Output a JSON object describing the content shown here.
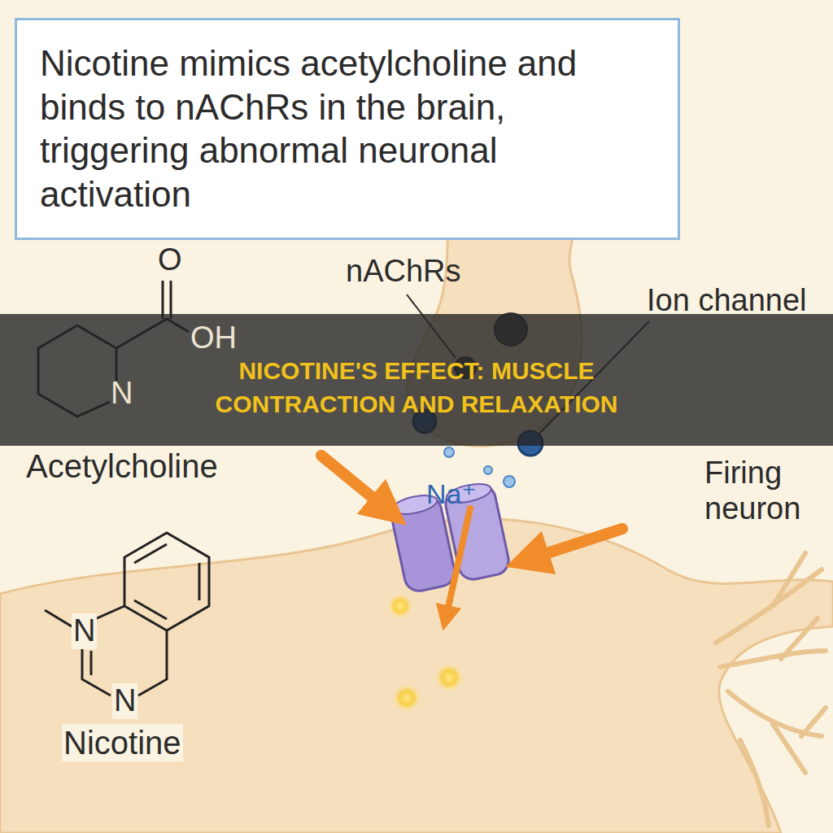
{
  "diagram": {
    "title": "NICOTINE'S EFFECT: MUSCLE CONTRACTION AND RELAXATION",
    "nodes": [
      {
        "text": [
          "Nicotine mimics acetylcholine and binds to nAChRs in the brain, triggering abnormal neuronal activation"
        ]
      }
    ],
    "labels": [
      "O",
      "OH",
      "N",
      "Acetylcholine",
      "nAChRs",
      "Ion channel",
      "Na⁺",
      "Firing neuron",
      "N",
      "N",
      "Nicotine"
    ]
  }
}
